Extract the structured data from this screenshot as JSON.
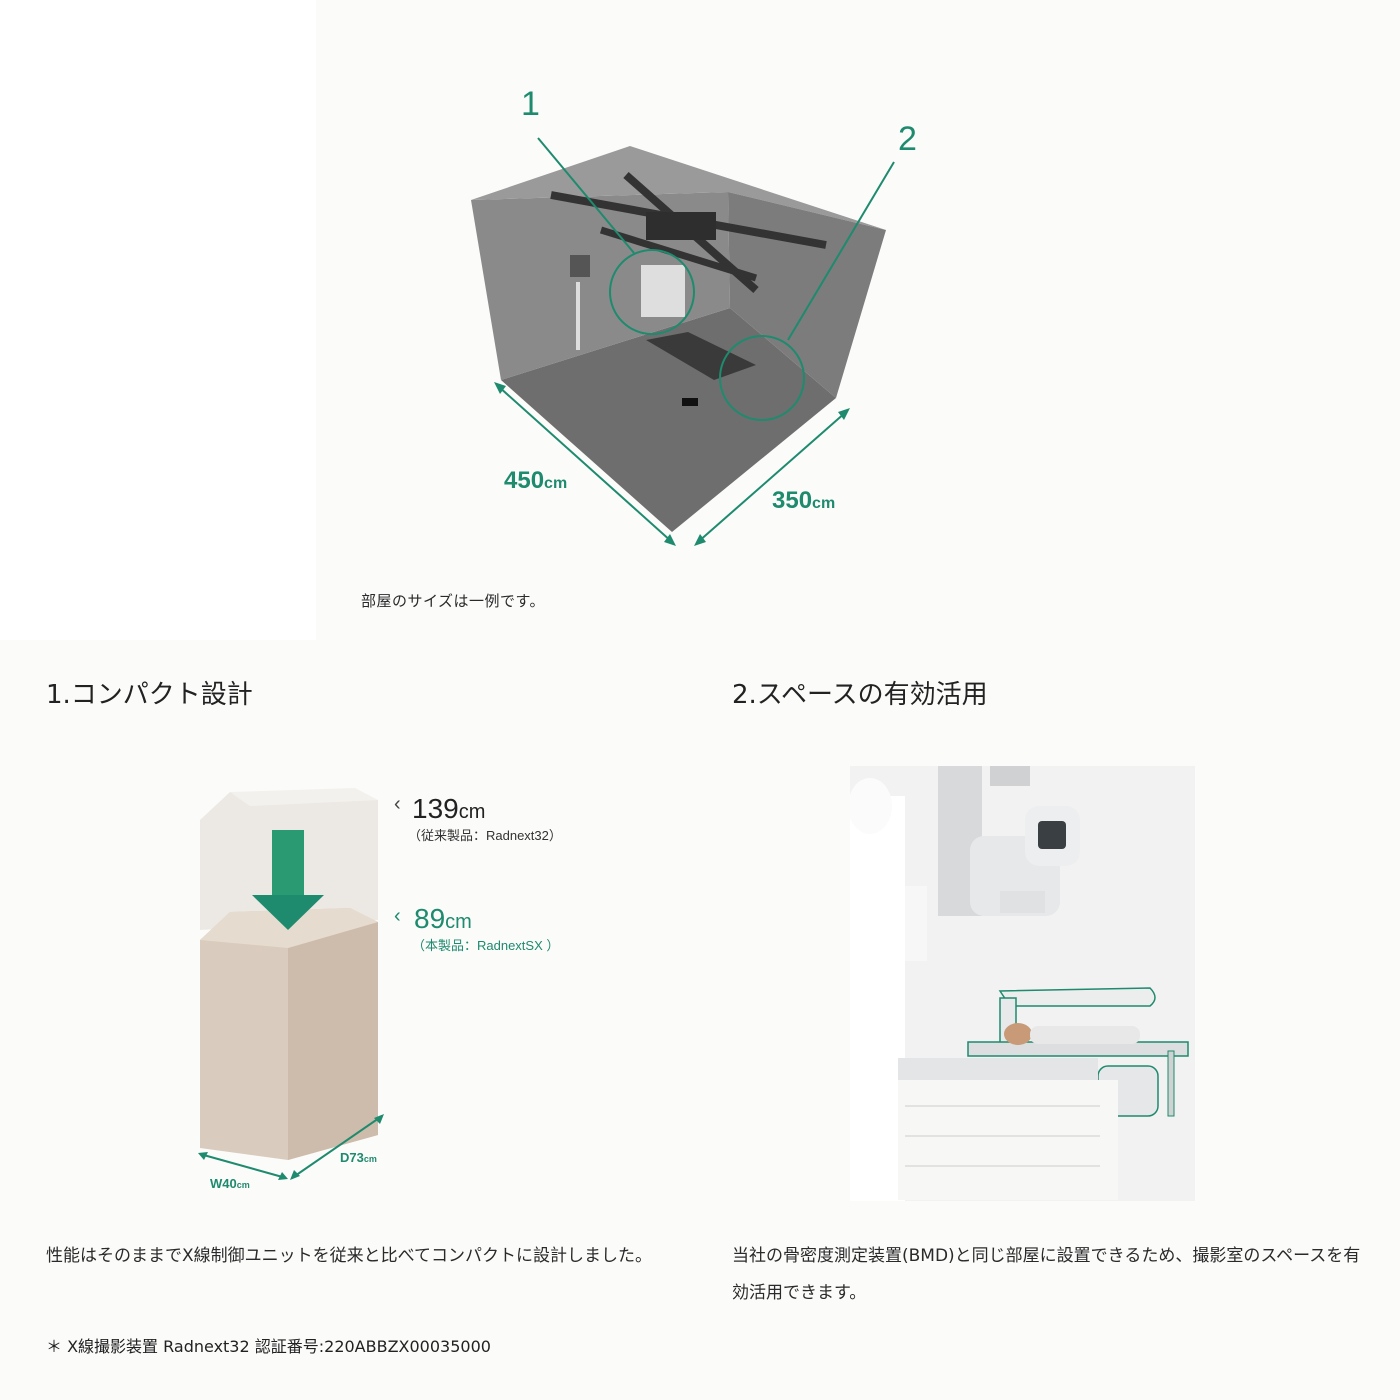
{
  "room": {
    "callout_1": "1",
    "callout_2": "2",
    "dim_length": "450",
    "dim_width": "350",
    "unit": "cm",
    "caption": "部屋のサイズは一例です。"
  },
  "section1": {
    "title": "1.コンパクト設計",
    "old_height": "139",
    "old_unit": "cm",
    "old_note": "（従来製品：Radnext32）",
    "new_height": "89",
    "new_unit": "cm",
    "new_note": "（本製品：RadnextSX ）",
    "width_label": "W40",
    "depth_label": "D73",
    "small_unit": "cm",
    "description": "性能はそのままでX線制御ユニットを従来と比べてコンパクトに設計しました。",
    "footnote": "＊ X線撮影装置 Radnext32 認証番号:220ABBZX00035000"
  },
  "section2": {
    "title": "2.スペースの有効活用",
    "description": "当社の骨密度測定装置(BMD)と同じ部屋に設置できるため、撮影室のスペースを有効活用できます。"
  },
  "colors": {
    "accent": "#1e8a6e",
    "room_wall": "#7a7a7a",
    "cabinet": "#d9cbbd"
  }
}
